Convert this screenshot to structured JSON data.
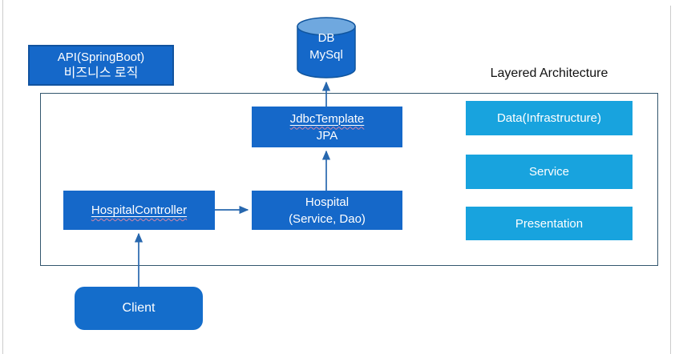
{
  "title": "Layered Architecture",
  "api_box": {
    "line1": "API(SpringBoot)",
    "line2": "비즈니스 로직"
  },
  "database": {
    "line1": "DB",
    "line2": "MySql"
  },
  "boxes": {
    "jdbc": {
      "line1": "JdbcTemplate",
      "line2": "JPA"
    },
    "hospital": {
      "line1": "Hospital",
      "line2": "(Service, Dao)"
    },
    "controller": "HospitalController",
    "client": "Client"
  },
  "layers": [
    "Data(Infrastructure)",
    "Service",
    "Presentation"
  ],
  "colors": {
    "primary_blue": "#1568c9",
    "api_border_blue": "#11539f",
    "layer_cyan": "#18a3de",
    "cylinder_top_blue": "#6fa8df",
    "arrow_blue": "#2767ae",
    "container_border": "#33566e",
    "title_text": "#111111",
    "window_edge_gray": "#cccccc"
  }
}
